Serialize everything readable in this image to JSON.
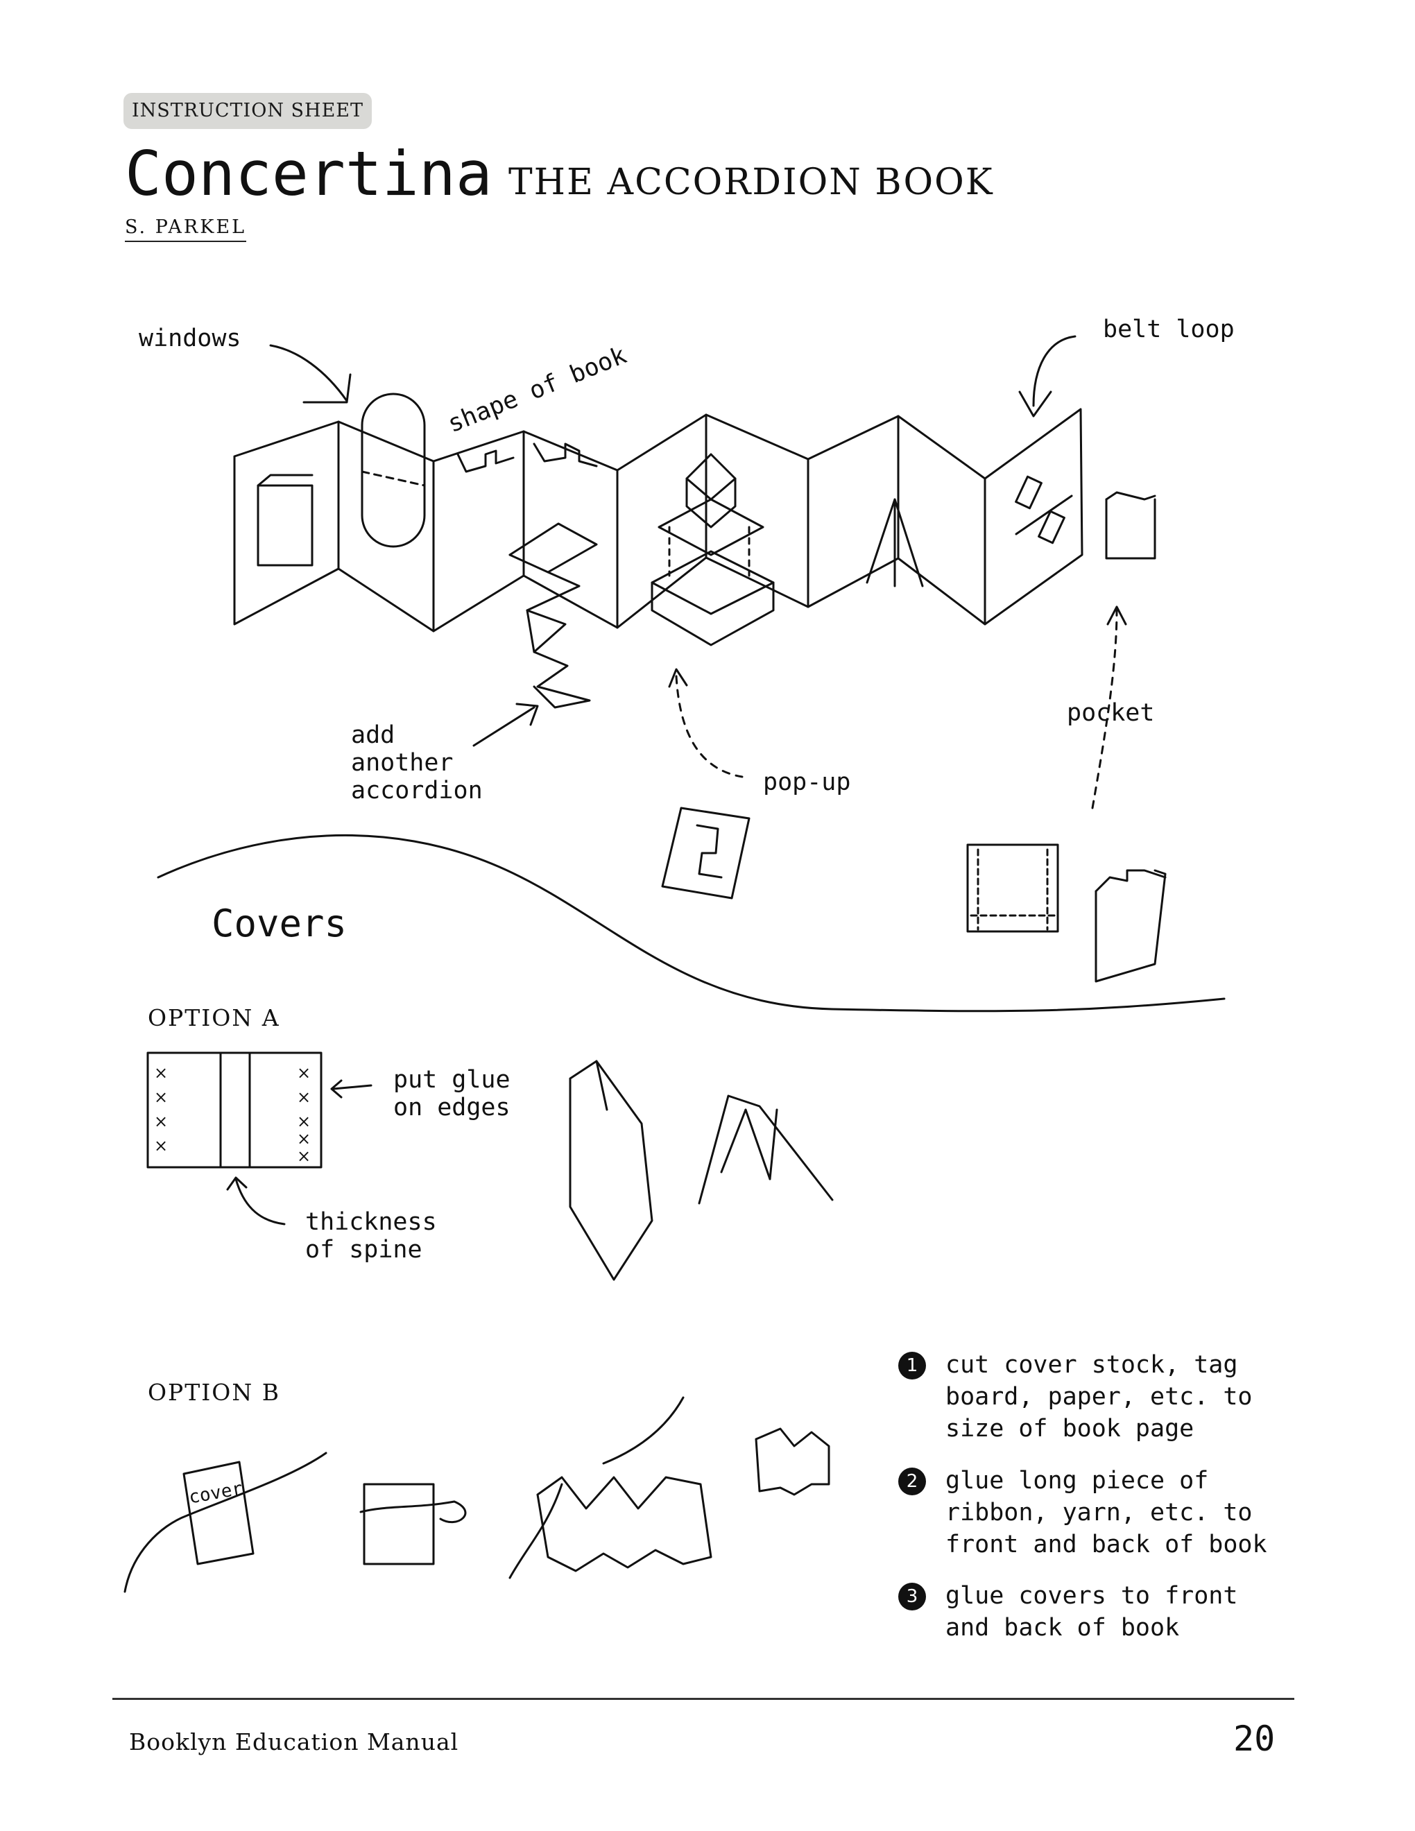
{
  "header": {
    "tag": "INSTRUCTION SHEET",
    "title": "Concertina",
    "subtitle": "THE ACCORDION BOOK",
    "author": "S. PARKEL"
  },
  "diagram": {
    "labels": {
      "windows": "windows",
      "shape_of_book": "shape of book",
      "belt_loop": "belt loop",
      "add_another": "add",
      "add_another_2": "another",
      "add_another_3": "accordion",
      "pop_up": "pop-up",
      "pocket": "pocket"
    }
  },
  "covers": {
    "heading": "Covers",
    "option_a": {
      "label": "OPTION A",
      "glue_1": "put glue",
      "glue_2": "on edges",
      "spine_1": "thickness",
      "spine_2": "of spine"
    },
    "option_b": {
      "label": "OPTION B",
      "cover_word": "cover"
    }
  },
  "steps": [
    {
      "num": "1",
      "text": "cut cover stock, tag board, paper, etc. to size of book page"
    },
    {
      "num": "2",
      "text": "glue long piece of ribbon, yarn, etc. to front and back of book"
    },
    {
      "num": "3",
      "text": "glue covers to front and back of book"
    }
  ],
  "footer": {
    "manual": "Booklyn Education Manual",
    "page": "20"
  }
}
